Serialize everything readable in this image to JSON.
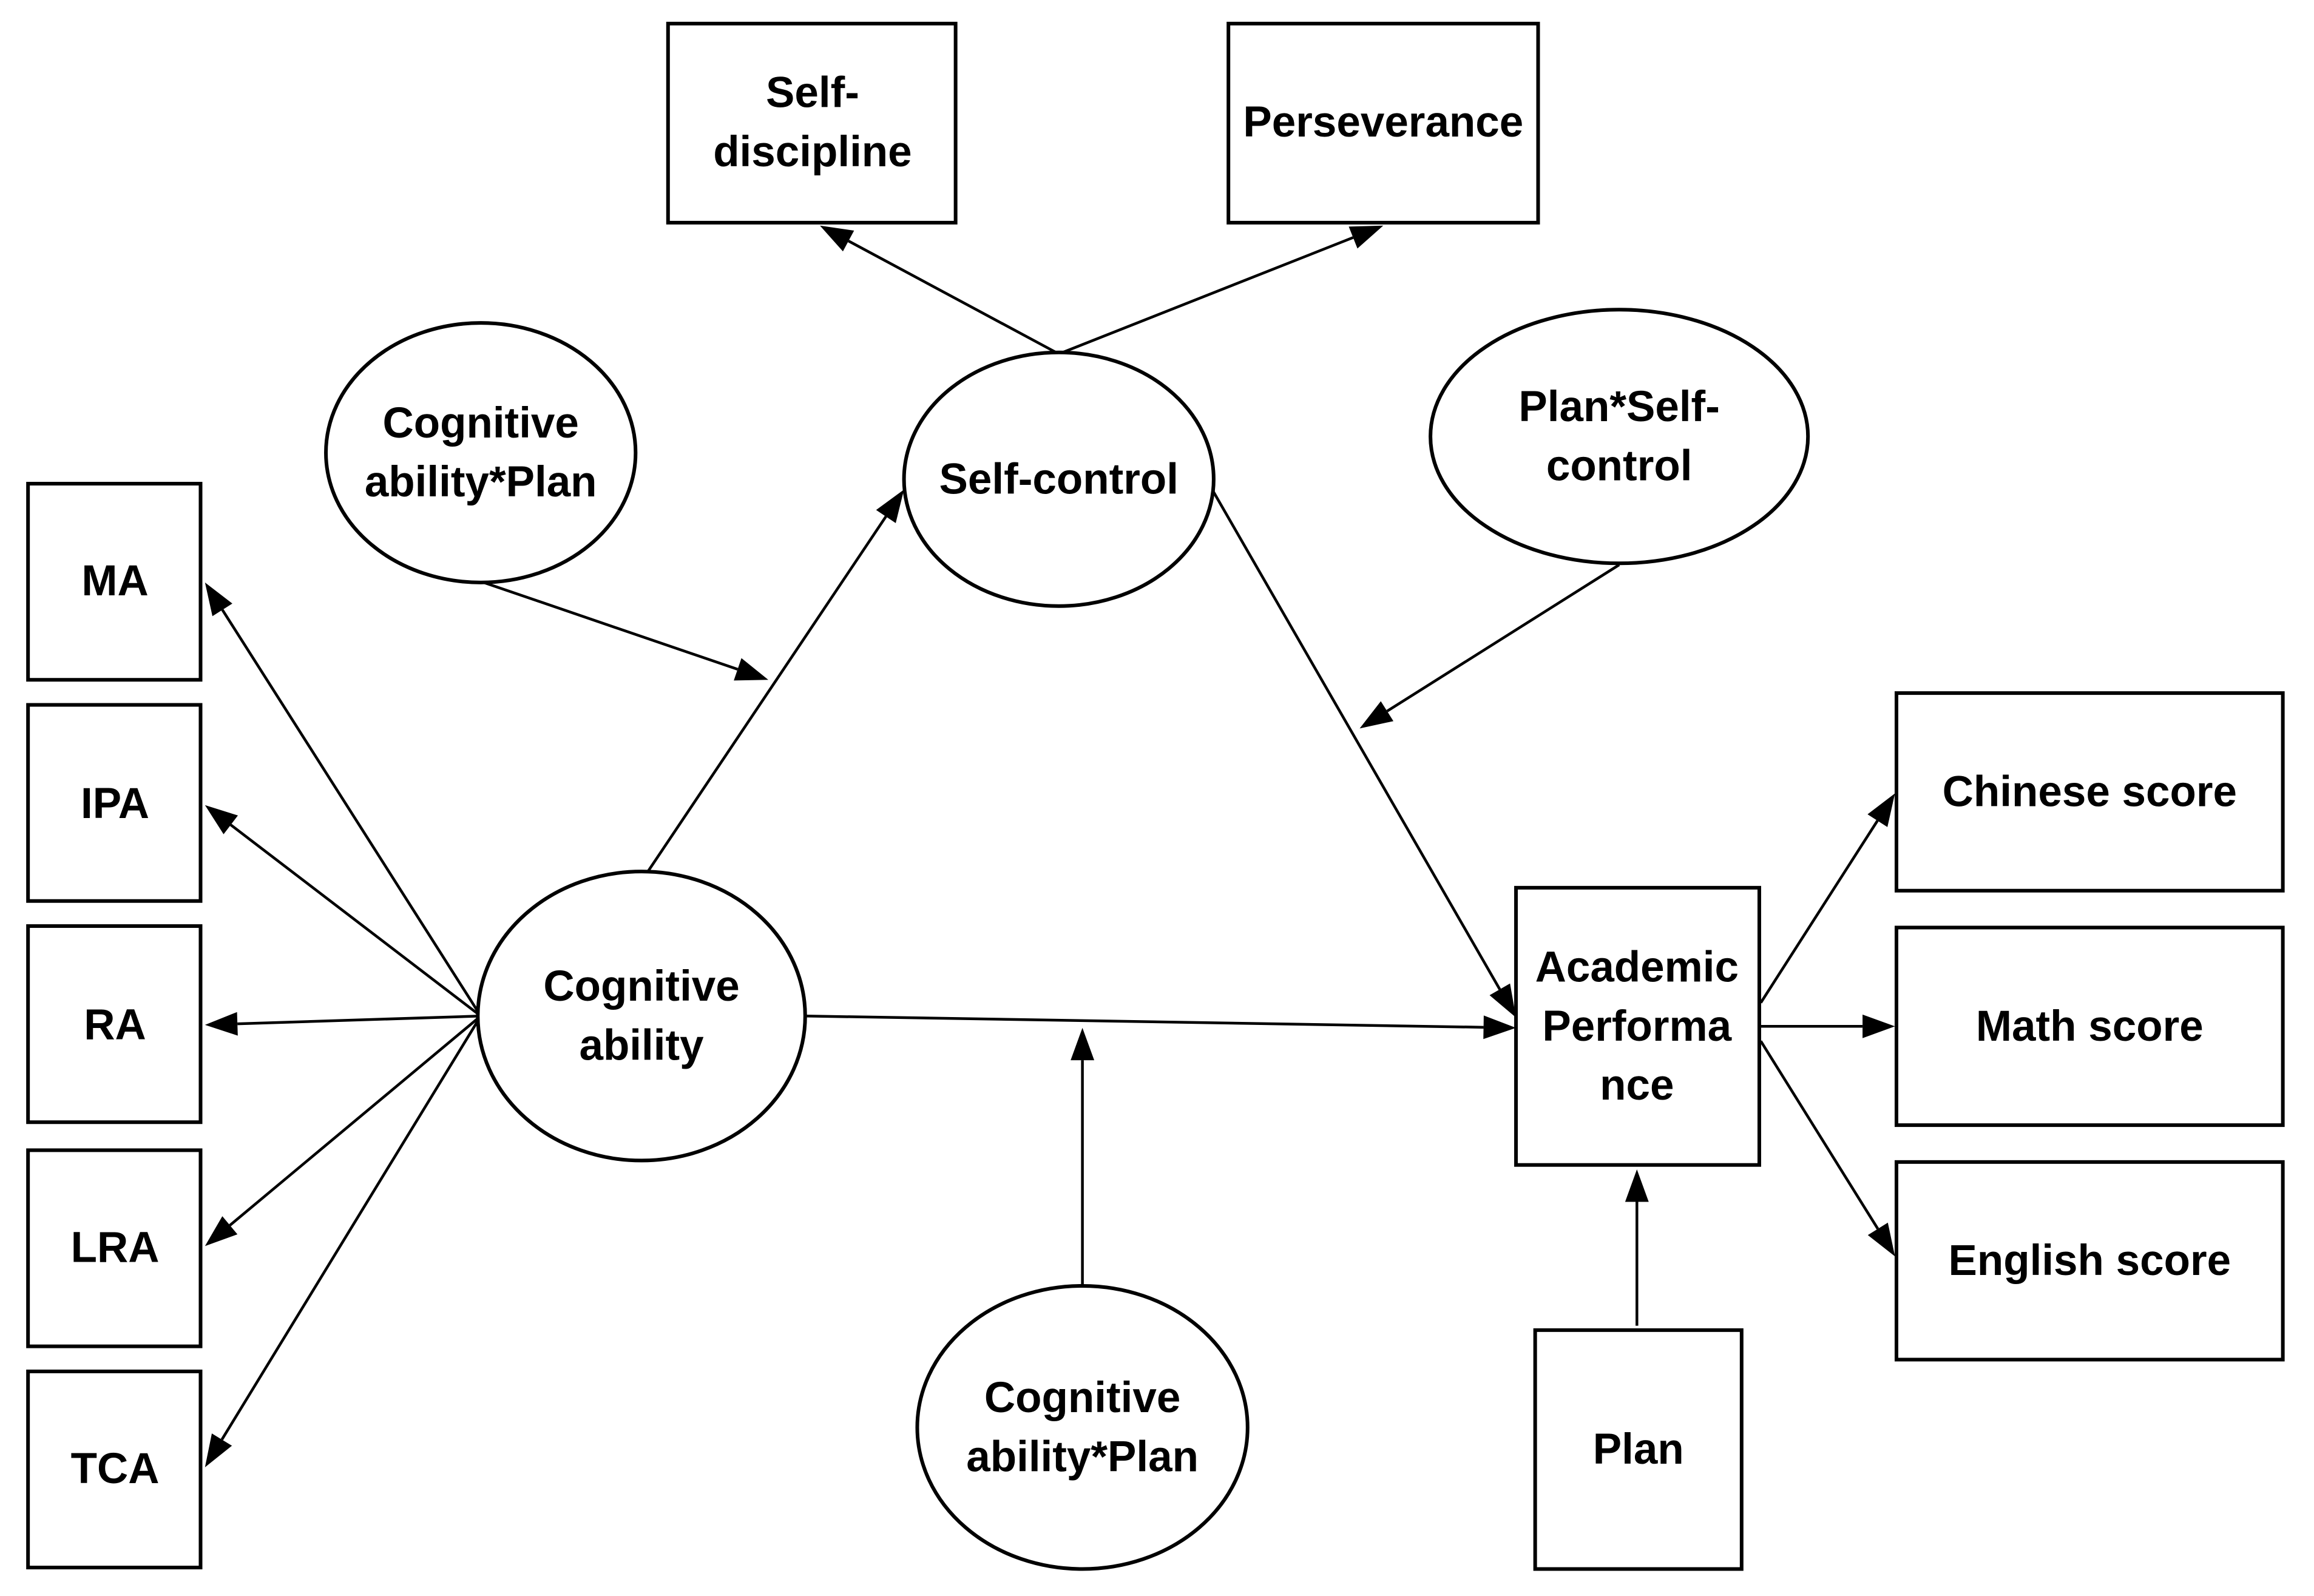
{
  "diagram": {
    "nodes": [
      {
        "id": "self-discipline",
        "shape": "rect",
        "lines": [
          "Self-",
          "discipline"
        ]
      },
      {
        "id": "perseverance",
        "shape": "rect",
        "lines": [
          "Perseverance"
        ]
      },
      {
        "id": "cognitive-ability-plan-top",
        "shape": "ellipse",
        "lines": [
          "Cognitive",
          "ability*Plan"
        ]
      },
      {
        "id": "self-control",
        "shape": "ellipse",
        "lines": [
          "Self-control"
        ]
      },
      {
        "id": "plan-self-control",
        "shape": "ellipse",
        "lines": [
          "Plan*Self-",
          "control"
        ]
      },
      {
        "id": "ma",
        "shape": "rect",
        "lines": [
          "MA"
        ]
      },
      {
        "id": "ipa",
        "shape": "rect",
        "lines": [
          "IPA"
        ]
      },
      {
        "id": "ra",
        "shape": "rect",
        "lines": [
          "RA"
        ]
      },
      {
        "id": "lra",
        "shape": "rect",
        "lines": [
          "LRA"
        ]
      },
      {
        "id": "tca",
        "shape": "rect",
        "lines": [
          "TCA"
        ]
      },
      {
        "id": "cognitive-ability",
        "shape": "ellipse",
        "lines": [
          "Cognitive",
          "ability"
        ]
      },
      {
        "id": "cognitive-ability-plan-bottom",
        "shape": "ellipse",
        "lines": [
          "Cognitive",
          "ability*Plan"
        ]
      },
      {
        "id": "academic-performance",
        "shape": "rect",
        "lines": [
          "Academic",
          "Performa",
          "nce"
        ]
      },
      {
        "id": "plan",
        "shape": "rect",
        "lines": [
          "Plan"
        ]
      },
      {
        "id": "chinese-score",
        "shape": "rect",
        "lines": [
          "Chinese score"
        ]
      },
      {
        "id": "math-score",
        "shape": "rect",
        "lines": [
          "Math score"
        ]
      },
      {
        "id": "english-score",
        "shape": "rect",
        "lines": [
          "English score"
        ]
      }
    ],
    "edges": [
      {
        "from": "self-control",
        "to": "self-discipline"
      },
      {
        "from": "self-control",
        "to": "perseverance"
      },
      {
        "from": "cognitive-ability",
        "to": "self-control"
      },
      {
        "from": "cognitive-ability-plan-top",
        "to": "edge:cognitive-ability->self-control"
      },
      {
        "from": "self-control",
        "to": "academic-performance"
      },
      {
        "from": "plan-self-control",
        "to": "edge:self-control->academic-performance"
      },
      {
        "from": "cognitive-ability",
        "to": "ma"
      },
      {
        "from": "cognitive-ability",
        "to": "ipa"
      },
      {
        "from": "cognitive-ability",
        "to": "ra"
      },
      {
        "from": "cognitive-ability",
        "to": "lra"
      },
      {
        "from": "cognitive-ability",
        "to": "tca"
      },
      {
        "from": "cognitive-ability",
        "to": "academic-performance"
      },
      {
        "from": "cognitive-ability-plan-bottom",
        "to": "edge:cognitive-ability->academic-performance"
      },
      {
        "from": "plan",
        "to": "academic-performance"
      },
      {
        "from": "academic-performance",
        "to": "chinese-score"
      },
      {
        "from": "academic-performance",
        "to": "math-score"
      },
      {
        "from": "academic-performance",
        "to": "english-score"
      }
    ]
  }
}
